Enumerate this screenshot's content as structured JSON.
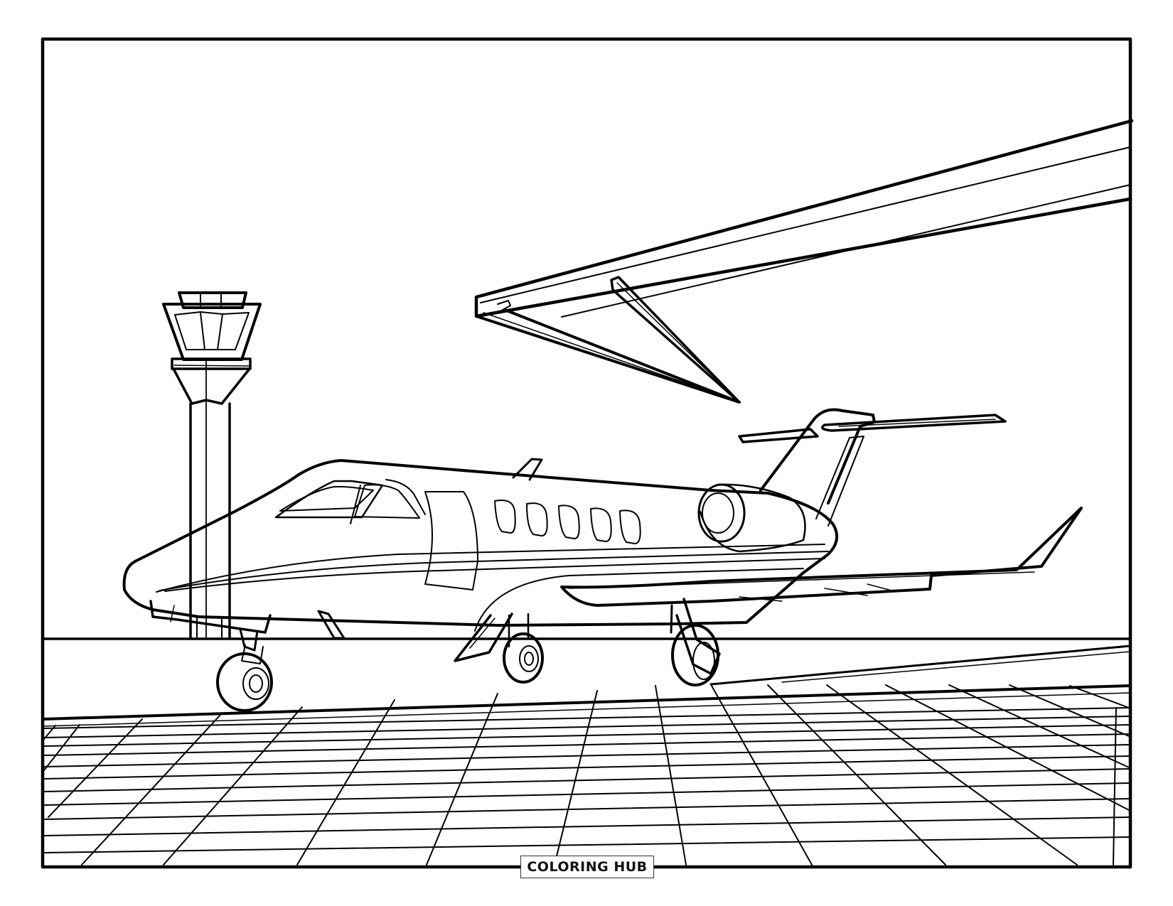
{
  "page": {
    "type": "coloring-page",
    "subject": "Private jet parked on airport apron with control tower"
  },
  "watermark": {
    "text": "COLORING HUB"
  },
  "colors": {
    "line": "#000000",
    "background": "#ffffff"
  },
  "scene": {
    "elements": [
      "frame",
      "control-tower",
      "terminal-jet-bridge",
      "private-jet",
      "horizon",
      "runway-edge",
      "tiled-apron-floor"
    ],
    "jet": {
      "passenger_windows": 5,
      "cockpit_windows": 2,
      "landing_gear": 3
    }
  }
}
